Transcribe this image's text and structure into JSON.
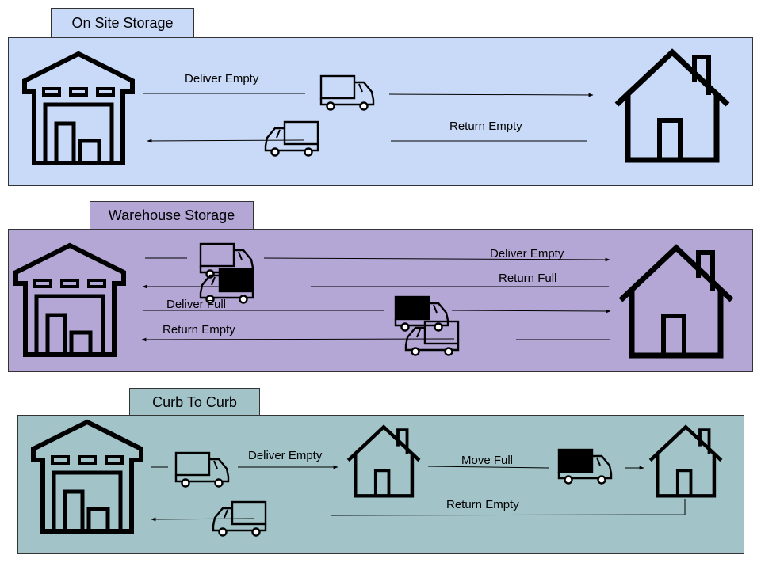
{
  "colors": {
    "onsite": "#c9daf8",
    "warehouse": "#b4a7d6",
    "curb": "#a2c4c9",
    "line": "#000000"
  },
  "sections": {
    "onsite": {
      "title": "On Site Storage",
      "labels": {
        "deliver_empty": "Deliver Empty",
        "return_empty": "Return Empty"
      }
    },
    "warehouse": {
      "title": "Warehouse Storage",
      "labels": {
        "deliver_empty": "Deliver Empty",
        "return_full": "Return Full",
        "deliver_full": "Deliver Full",
        "return_empty": "Return Empty"
      }
    },
    "curb": {
      "title": "Curb To Curb",
      "labels": {
        "deliver_empty": "Deliver Empty",
        "move_full": "Move Full",
        "return_empty": "Return Empty"
      }
    }
  },
  "icons": [
    "warehouse-icon",
    "house-icon",
    "truck-empty-icon",
    "truck-full-icon"
  ]
}
